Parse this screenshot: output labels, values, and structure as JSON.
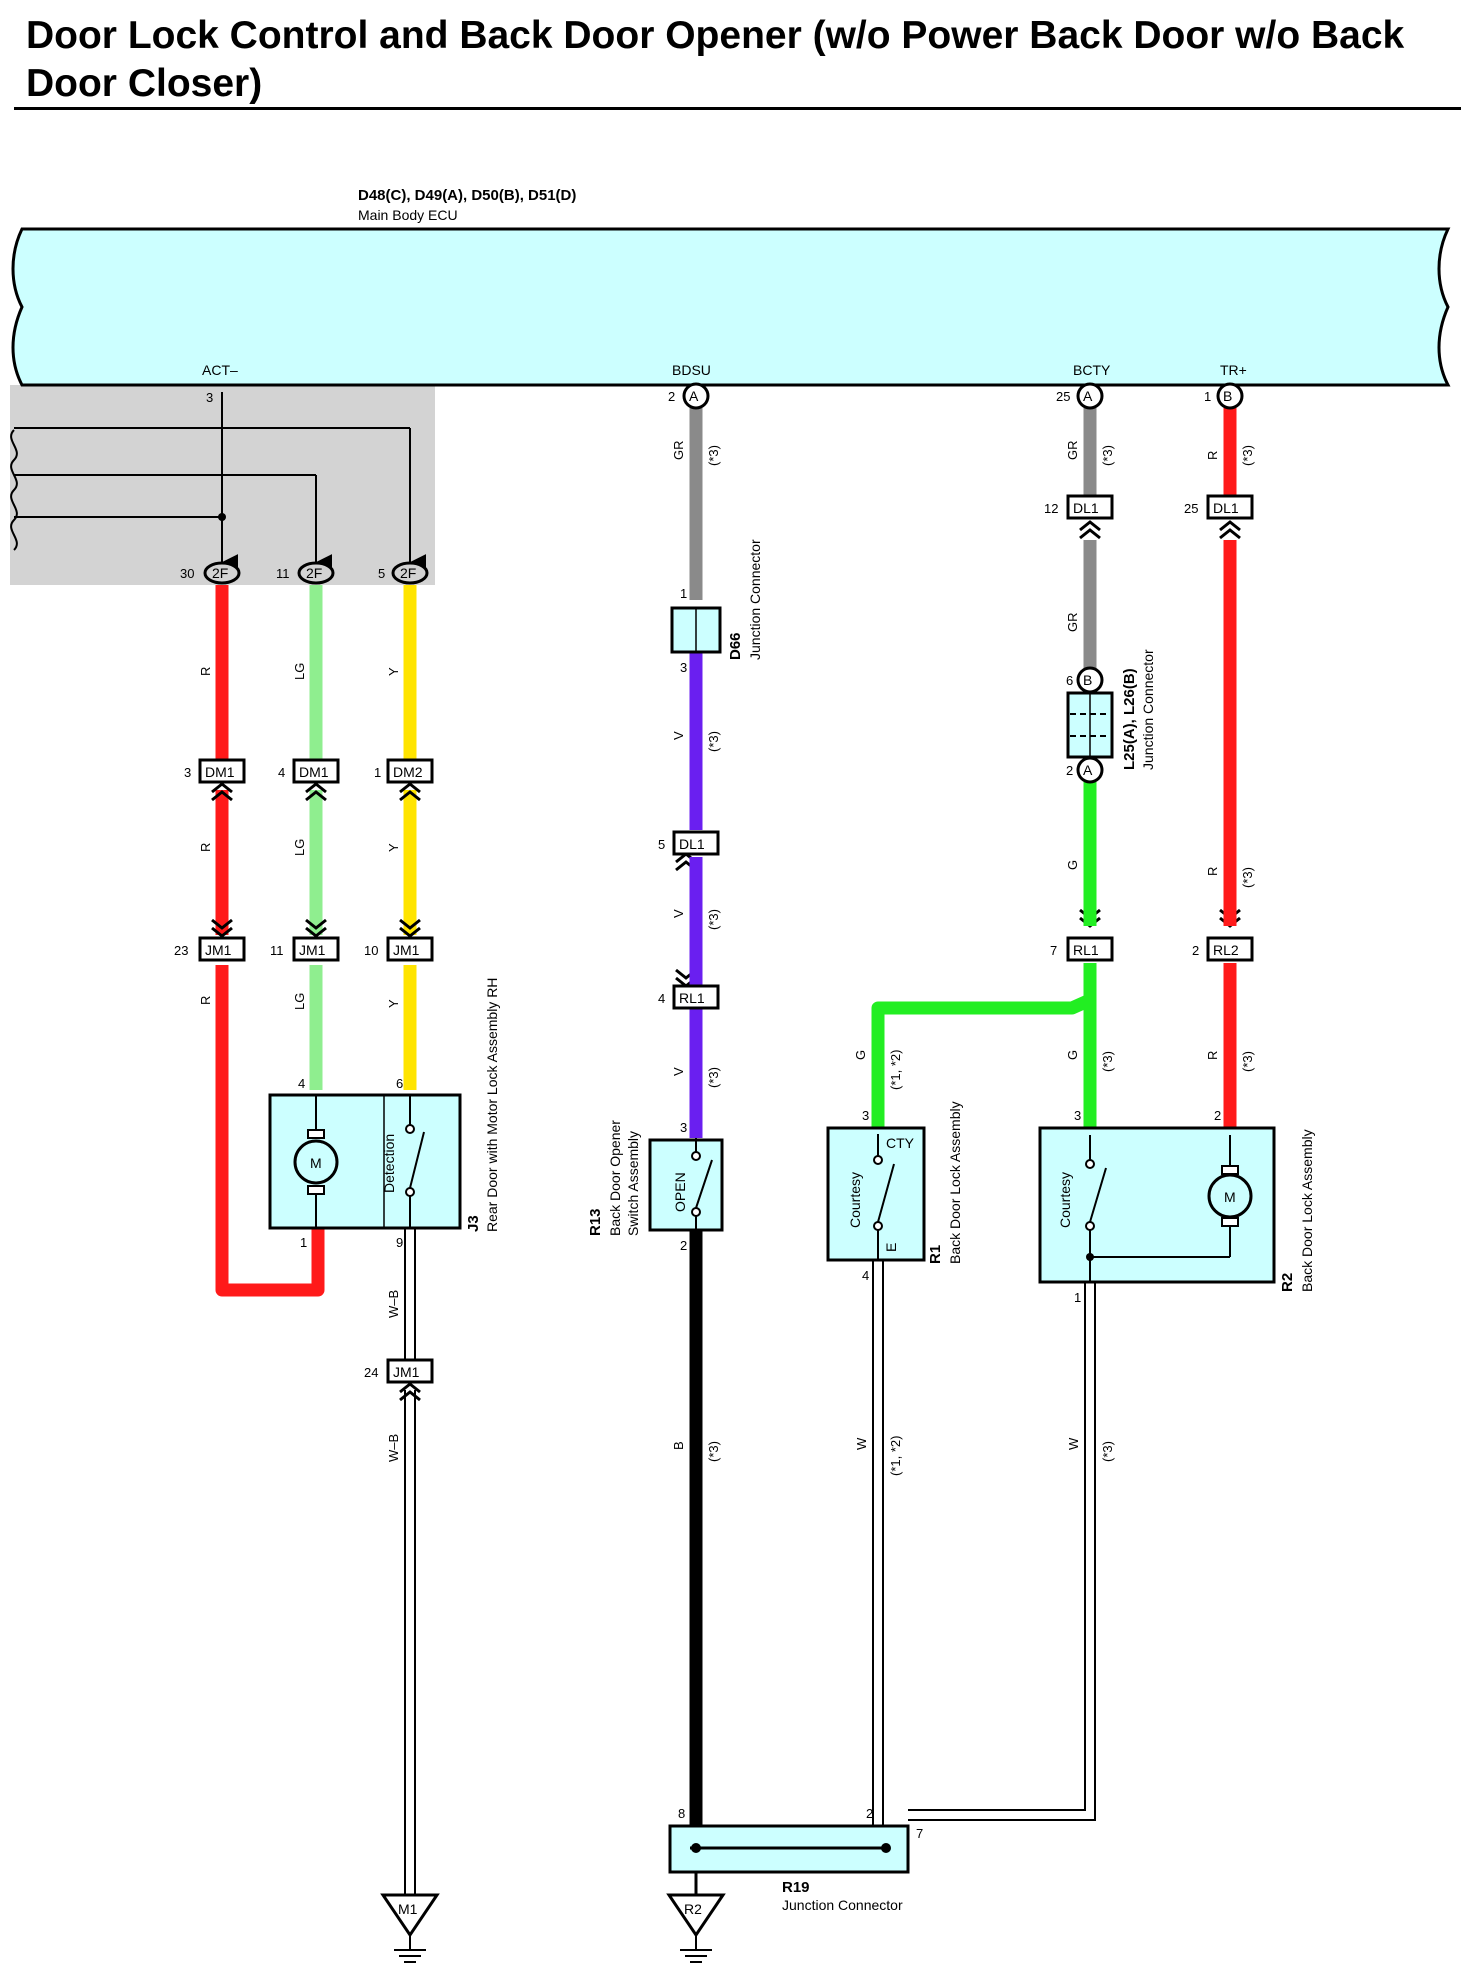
{
  "title": "Door Lock Control and Back Door Opener (w/o Power Back Door w/o Back Door Closer)",
  "colors": {
    "ecu_fill": "#ccffff",
    "shade": "#d3d3d3",
    "wire_R": "#ff1a1a",
    "wire_LG": "#8fee8f",
    "wire_Y": "#ffe400",
    "wire_GR": "#8a8a8a",
    "wire_V": "#6a1ff0",
    "wire_G": "#22ee22",
    "wire_B": "#000000",
    "wire_W": "#ffffff"
  },
  "ecu": {
    "code": "D48(C), D49(A), D50(B), D51(D)",
    "name": "Main Body ECU",
    "terminals": [
      "ACT–",
      "BDSU",
      "BCTY",
      "TR+"
    ]
  },
  "pins": {
    "act_pin": "3",
    "bdsu_pin": "2",
    "bdsu_conn": "A",
    "bcty_pin": "25",
    "bcty_conn": "A",
    "trp_pin": "1",
    "trp_conn": "B",
    "p30": "30",
    "p11": "11",
    "p5": "5",
    "p3": "3",
    "p4": "4",
    "p1": "1",
    "p23": "23",
    "p11b": "11",
    "p10": "10",
    "j3_4": "4",
    "j3_6": "6",
    "j3_1": "1",
    "j3_9": "9",
    "p24": "24",
    "d66_1": "1",
    "d66_3": "3",
    "dl1_5": "5",
    "rl1_4": "4",
    "r13_3": "3",
    "r13_2": "2",
    "dl1_12": "12",
    "dl1_25": "25",
    "l25_6": "6",
    "l25_2": "2",
    "rl1_7": "7",
    "rl2_2": "2",
    "r1_3": "3",
    "r1_4": "4",
    "r2_3": "3",
    "r2_2": "2",
    "r2_1": "1",
    "r19_8": "8",
    "r19_2": "2",
    "r19_7": "7"
  },
  "connectors": {
    "c2f": "2F",
    "dm1": "DM1",
    "dm2": "DM2",
    "jm1": "JM1",
    "dl1": "DL1",
    "rl1": "RL1",
    "rl2": "RL2",
    "conn_a": "A",
    "conn_b": "B"
  },
  "wire_codes": {
    "r": "R",
    "lg": "LG",
    "y": "Y",
    "gr": "GR",
    "v": "V",
    "g": "G",
    "b": "B",
    "w": "W",
    "wb": "W–B",
    "n3": "(*3)",
    "n12": "(*1, *2)"
  },
  "components": {
    "d66_code": "D66",
    "d66_name": "Junction Connector",
    "l25_code": "L25(A), L26(B)",
    "l25_name": "Junction Connector",
    "j3_code": "J3",
    "j3_name": "Rear Door with Motor Lock Assembly RH",
    "j3_detection": "Detection",
    "motor": "M",
    "r13_code": "R13",
    "r13_name1": "Back Door Opener",
    "r13_name2": "Switch Assembly",
    "r13_switch": "OPEN",
    "r1_code": "R1",
    "r1_name": "Back Door Lock Assembly",
    "r1_courtesy": "Courtesy",
    "r1_cty": "CTY",
    "r1_e": "E",
    "r2_code": "R2",
    "r2_name": "Back Door Lock Assembly",
    "r2_courtesy": "Courtesy",
    "r19_code": "R19",
    "r19_name": "Junction Connector"
  },
  "grounds": {
    "m1": "M1",
    "r2": "R2"
  }
}
